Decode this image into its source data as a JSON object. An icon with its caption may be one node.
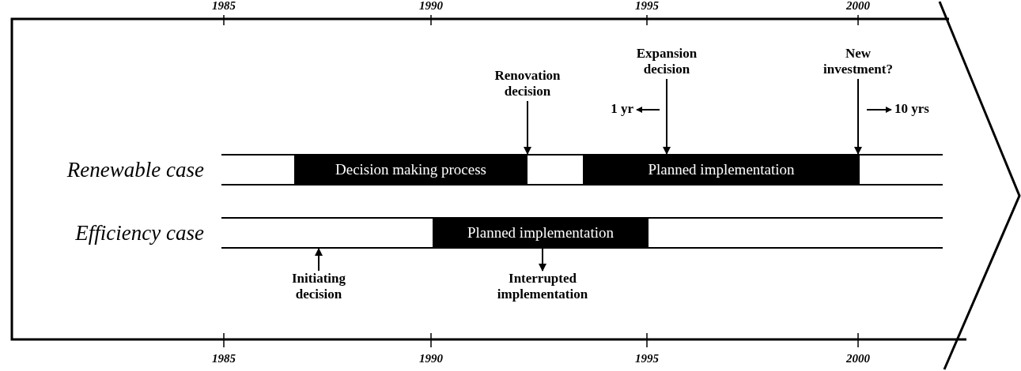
{
  "diagram": {
    "nodes": [
      {
        "text": [],
        "shape": "bar"
      },
      {
        "text": [
          "Decision making process"
        ],
        "in": 0
      },
      {
        "text": [
          "Planned implementation"
        ],
        "in": 0
      },
      {
        "text": [],
        "shape": "bar"
      },
      {
        "text": [
          "Planned implementation"
        ],
        "in": 3
      },
      {
        "text": [
          "Renovation decision"
        ]
      },
      {
        "text": [
          "Expansion decision"
        ]
      },
      {
        "text": [
          "New investment?"
        ]
      },
      {
        "text": [
          "Initiating decision"
        ]
      },
      {
        "text": [
          "Interrupted implementation"
        ]
      }
    ],
    "edges": [
      {
        "from": 5,
        "to": 0,
        "arrow": "to"
      },
      {
        "from": 6,
        "to": 2,
        "arrow": "to"
      },
      {
        "from": 7,
        "to": 0,
        "arrow": "to"
      },
      {
        "from": 8,
        "to": 3,
        "arrow": "to"
      },
      {
        "from": 4,
        "to": 9,
        "arrow": "to"
      }
    ],
    "labels": [
      "1985",
      "1990",
      "1995",
      "2000",
      "1 yr",
      "10 yrs",
      "Renewable case",
      "Efficiency case",
      "1985",
      "1990",
      "1995",
      "2000"
    ]
  }
}
